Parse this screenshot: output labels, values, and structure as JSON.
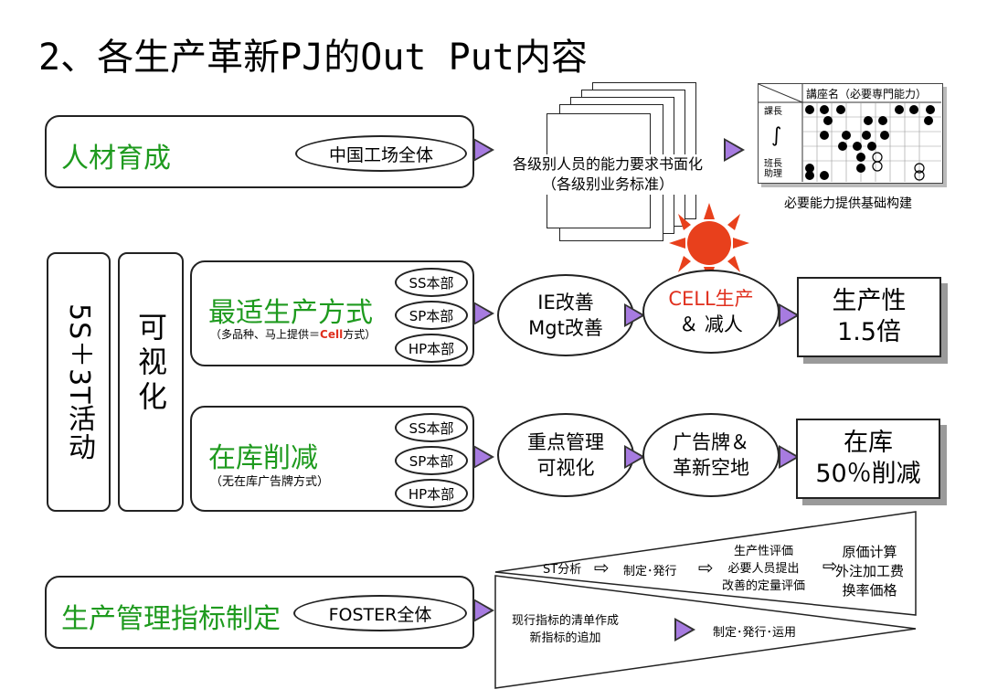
{
  "title": "2、各生产革新PJ的Out Put内容",
  "row1": {
    "label": "人材育成",
    "scope": "中国工场全体",
    "doc_line1": "各级别人员的能力要求书面化",
    "doc_line2": "（各级别业务标准）",
    "matrix_header": "講座名（必要専門能力）",
    "matrix_row_top": "課長",
    "matrix_row_mid": "∫",
    "matrix_row_bottom": "班長\n助理",
    "matrix_caption": "必要能力提供基础构建"
  },
  "side": {
    "activity": "5S＋3T活动",
    "visual": "可视化"
  },
  "row2": {
    "label": "最适生产方式",
    "sub_prefix": "（多品种、马上提供＝",
    "sub_highlight": "Cell",
    "sub_suffix": "方式）",
    "depts": [
      "SS本部",
      "SP本部",
      "HP本部"
    ],
    "step1_line1": "IE改善",
    "step1_line2": "Mgt改善",
    "step2_line1": "CELL生产",
    "step2_line2": "＆ 减人",
    "result_line1": "生产性",
    "result_line2": "1.5倍"
  },
  "row3": {
    "label": "在库削减",
    "sub": "（无在库广告牌方式）",
    "depts": [
      "SS本部",
      "SP本部",
      "HP本部"
    ],
    "step1_line1": "重点管理",
    "step1_line2": "可视化",
    "step2_line1": "广告牌＆",
    "step2_line2": "革新空地",
    "result_line1": "在库",
    "result_line2": "50％削减"
  },
  "row4": {
    "label": "生产管理指标制定",
    "scope": "FOSTER全体",
    "upper": {
      "s1": "ST分析",
      "s2": "制定･発行",
      "s3_line1": "生产性评価",
      "s3_line2": "必要人员提出",
      "s3_line3": "改善的定量评価",
      "s4_line1": "原価计算",
      "s4_line2": "外注加工费",
      "s4_line3": "换率価格"
    },
    "lower": {
      "l1_line1": "现行指标的清单作成",
      "l1_line2": "新指标的追加",
      "l2": "制定･発行･运用"
    }
  },
  "colors": {
    "green": "#1e9a1e",
    "red": "#e0301e",
    "arrow_fill": "#a77be0",
    "sun": "#e8401c"
  }
}
